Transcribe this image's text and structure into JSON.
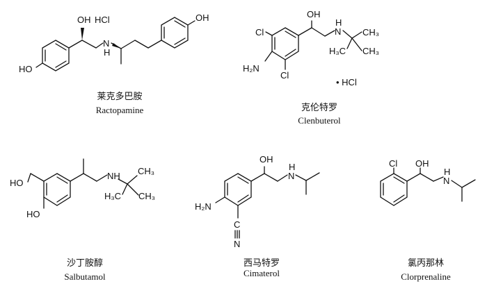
{
  "compounds": [
    {
      "name_cn": "莱克多巴胺",
      "name_en": "Ractopamine",
      "atoms": {
        "oh_top": "OH",
        "salt": "HCl",
        "nh": "N",
        "nh_h": "H",
        "oh_right": "OH",
        "ho_left": "HO"
      }
    },
    {
      "name_cn": "克伦特罗",
      "name_en": "Clenbuterol",
      "atoms": {
        "oh": "OH",
        "nh": "N",
        "nh_h": "H",
        "cl_top": "Cl",
        "cl_bottom": "Cl",
        "h2n": "H₂N",
        "ch3_a": "CH₃",
        "ch3_b": "CH₃",
        "h3c": "H₃C",
        "salt": "• HCl"
      }
    },
    {
      "name_cn": "沙丁胺醇",
      "name_en": "Salbutamol",
      "atoms": {
        "ho_top": "HO",
        "ho_bottom": "HO",
        "nh": "NH",
        "ch3_a": "CH₃",
        "ch3_b": "CH₃",
        "h3c": "H₃C"
      }
    },
    {
      "name_cn": "西马特罗",
      "name_en": "Cimaterol",
      "atoms": {
        "oh": "OH",
        "nh": "N",
        "nh_h": "H",
        "h2n": "H₂N",
        "c": "C",
        "n": "N"
      }
    },
    {
      "name_cn": "氯丙那林",
      "name_en": "Clorprenaline",
      "atoms": {
        "cl": "Cl",
        "oh": "OH",
        "nh": "N",
        "nh_h": "H"
      }
    }
  ]
}
